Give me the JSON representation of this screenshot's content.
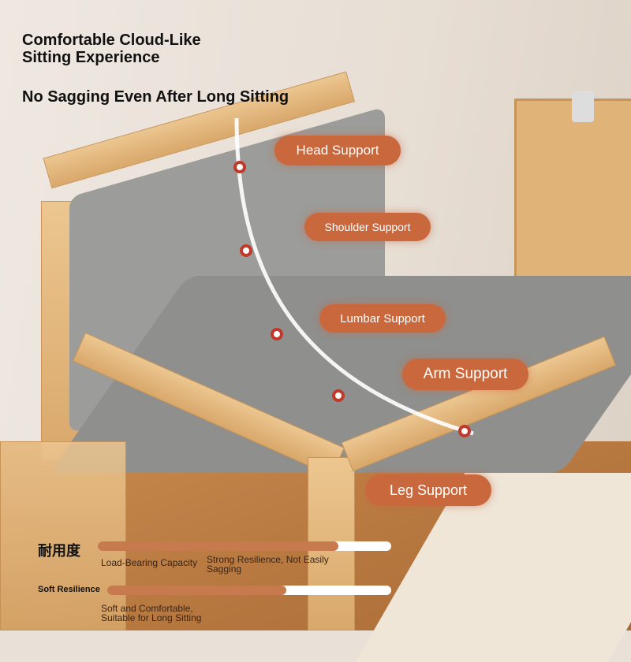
{
  "headline": {
    "line1": "Comfortable Cloud-Like",
    "line2": "Sitting Experience",
    "subtitle": "No Sagging Even After Long Sitting"
  },
  "support_labels": [
    "Head Support",
    "Shoulder Support",
    "Lumbar Support",
    "Arm Support",
    "Leg Support"
  ],
  "ratings": [
    {
      "title": "耐用度",
      "subtitle": "Load-Bearing Capacity",
      "description": "Strong Resilience, Not Easily Sagging",
      "level_percent": 82
    },
    {
      "title": "Soft Resilience",
      "description": "Soft and Comfortable, Suitable for Long Sitting",
      "level_percent": 63
    }
  ],
  "colors": {
    "accent": "#c9683d",
    "bar_fill": "#c67a4d",
    "dot_ring": "#c0392b"
  }
}
